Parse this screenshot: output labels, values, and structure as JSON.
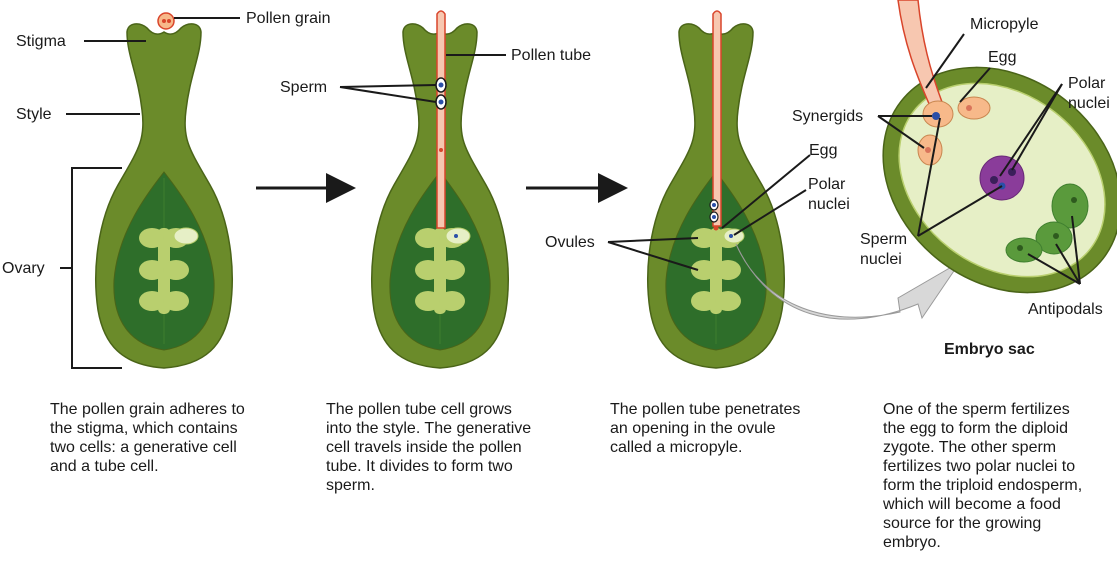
{
  "labels": {
    "pollen_grain": "Pollen grain",
    "stigma": "Stigma",
    "style": "Style",
    "ovary": "Ovary",
    "sperm": "Sperm",
    "pollen_tube": "Pollen tube",
    "ovules": "Ovules",
    "egg": "Egg",
    "polar_nuclei_1": "Polar",
    "polar_nuclei_2": "nuclei",
    "micropyle": "Micropyle",
    "egg_sac": "Egg",
    "polar_sac_1": "Polar",
    "polar_sac_2": "nuclei",
    "synergids": "Synergids",
    "sperm_nuclei_1": "Sperm",
    "sperm_nuclei_2": "nuclei",
    "antipodals": "Antipodals",
    "embryo_sac": "Embryo sac"
  },
  "captions": [
    [
      "The pollen grain adheres to",
      "the stigma, which contains",
      "two cells: a generative cell",
      "and a tube cell."
    ],
    [
      "The pollen tube cell grows",
      "into the style. The generative",
      "cell travels inside the pollen",
      "tube. It divides to form two",
      "sperm."
    ],
    [
      "The pollen tube penetrates",
      "an opening in the ovule",
      "called a micropyle."
    ],
    [
      "One of the sperm fertilizes",
      "the egg to form the diploid",
      "zygote. The other sperm",
      "fertilizes two polar nuclei to",
      "form the triploid endosperm,",
      "which will become a food",
      "source for the growing",
      "embryo."
    ]
  ],
  "colors": {
    "pistil_outer": "#6b8b2a",
    "pistil_edge": "#4a6418",
    "ovary_inner": "#2e6e2a",
    "ovule": "#b9cf6e",
    "pollen_tube": "#f7c7b0",
    "pollen_tube_edge": "#d9452b",
    "embryo_sac_fill": "#e6efc6",
    "egg_cell": "#f7b98a",
    "polar_nucleus_cell": "#8a3c9a",
    "sperm_nucleus": "#2a4fa8",
    "antipodal": "#5a9a3c",
    "arrow_gray": "#d8d8d8"
  }
}
